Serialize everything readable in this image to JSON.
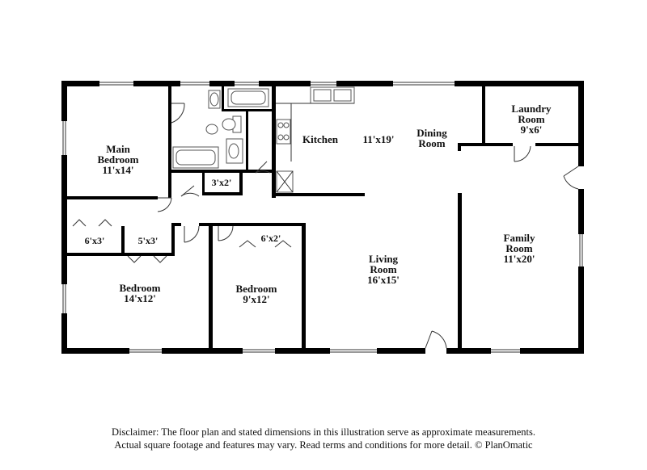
{
  "rooms": [
    {
      "key": "main_bedroom",
      "name_lines": [
        "Main",
        "Bedroom"
      ],
      "dim": "11'x14'"
    },
    {
      "key": "kitchen",
      "name_lines": [
        "Kitchen"
      ],
      "dim": "11'x19'"
    },
    {
      "key": "dining",
      "name_lines": [
        "Dining",
        "Room"
      ],
      "dim": ""
    },
    {
      "key": "laundry",
      "name_lines": [
        "Laundry",
        "Room"
      ],
      "dim": "9'x6'"
    },
    {
      "key": "family",
      "name_lines": [
        "Family",
        "Room"
      ],
      "dim": "11'x20'"
    },
    {
      "key": "living",
      "name_lines": [
        "Living",
        "Room"
      ],
      "dim": "16'x15'"
    },
    {
      "key": "bedroom_left",
      "name_lines": [
        "Bedroom"
      ],
      "dim": "14'x12'"
    },
    {
      "key": "bedroom_mid",
      "name_lines": [
        "Bedroom"
      ],
      "dim": "9'x12'"
    }
  ],
  "closets": [
    {
      "key": "closet_3x2",
      "dim": "3'x2'"
    },
    {
      "key": "closet_6x3",
      "dim": "6'x3'"
    },
    {
      "key": "closet_5x3",
      "dim": "5'x3'"
    },
    {
      "key": "closet_6x2",
      "dim": "6'x2'"
    }
  ],
  "disclaimer": {
    "line1": "Disclaimer: The floor plan and stated dimensions in this illustration serve as approximate measurements.",
    "line2": "Actual square footage and features may vary. Read terms and conditions for more detail. © PlanOmatic"
  },
  "colors": {
    "wall": "#000000",
    "background": "#ffffff",
    "fixture": "#555555"
  }
}
